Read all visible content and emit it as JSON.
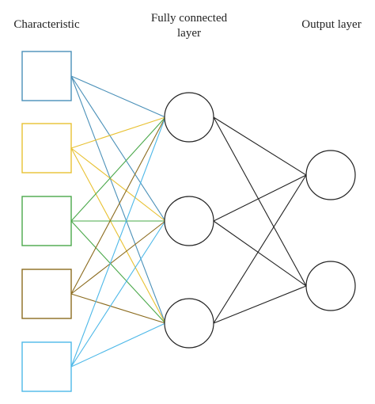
{
  "labels": {
    "input_layer": "Characteristic",
    "hidden_layer_line1": "Fully connected",
    "hidden_layer_line2": "layer",
    "output_layer": "Output layer"
  },
  "network": {
    "input_nodes": [
      {
        "id": "char-1",
        "color": "#4a90b8"
      },
      {
        "id": "char-2",
        "color": "#e8c132"
      },
      {
        "id": "char-3",
        "color": "#4aa84a"
      },
      {
        "id": "char-4",
        "color": "#8b6b1e"
      },
      {
        "id": "char-5",
        "color": "#4db8e8"
      }
    ],
    "hidden_nodes": 3,
    "output_nodes": 2,
    "hidden_output_edge_color": "#222222",
    "node_stroke_color": "#222222"
  }
}
